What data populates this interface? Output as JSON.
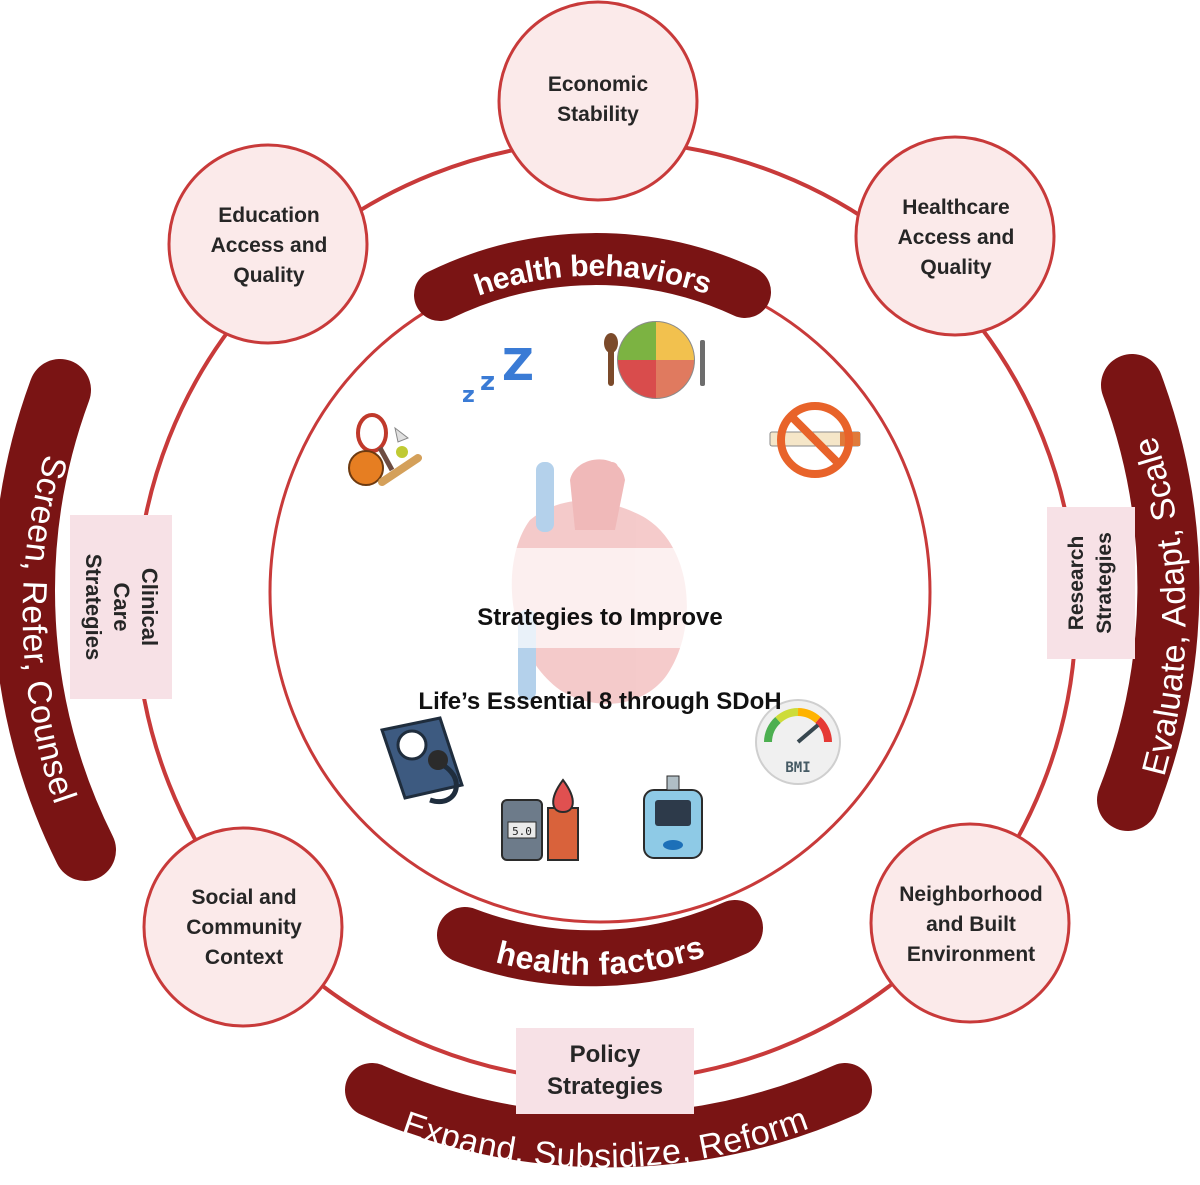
{
  "center": {
    "title_line1": "Strategies to Improve",
    "title_line2": "Life’s Essential 8 through SDoH"
  },
  "bands": {
    "top": "health behaviors",
    "bottom": "health factors"
  },
  "sdoh": [
    {
      "id": "economic",
      "label": "Economic\nStability"
    },
    {
      "id": "healthcare",
      "label": "Healthcare\nAccess and\nQuality"
    },
    {
      "id": "neighborhood",
      "label": "Neighborhood\nand Built\nEnvironment"
    },
    {
      "id": "social",
      "label": "Social and\nCommunity\nContext"
    },
    {
      "id": "education",
      "label": "Education\nAccess and\nQuality"
    }
  ],
  "strategies": {
    "clinical": {
      "box": "Clinical Care\nStrategies",
      "arc": "Screen, Refer, Counsel"
    },
    "research": {
      "box": "Research\nStrategies",
      "arc": "Evaluate, Adapt, Scale"
    },
    "policy": {
      "box": "Policy\nStrategies",
      "arc": "Expand, Subsidize, Reform"
    }
  },
  "icons": {
    "sleep": "sleep-zzz-icon",
    "diet": "healthy-plate-icon",
    "smoking": "no-smoking-icon",
    "activity": "sports-equipment-icon",
    "heart": "heart-illustration",
    "blood_pressure": "blood-pressure-cuff-icon",
    "cholesterol_glucose": "blood-test-meters-icon",
    "glucose": "glucometer-icon",
    "bmi": "bmi-gauge-icon",
    "bmi_label": "BMI",
    "meter_reading": "5.0"
  },
  "colors": {
    "ring": "#c83a3a",
    "band": "#7a1414",
    "circle_fill": "#fbeaea",
    "box_fill": "#f7e1e6"
  }
}
